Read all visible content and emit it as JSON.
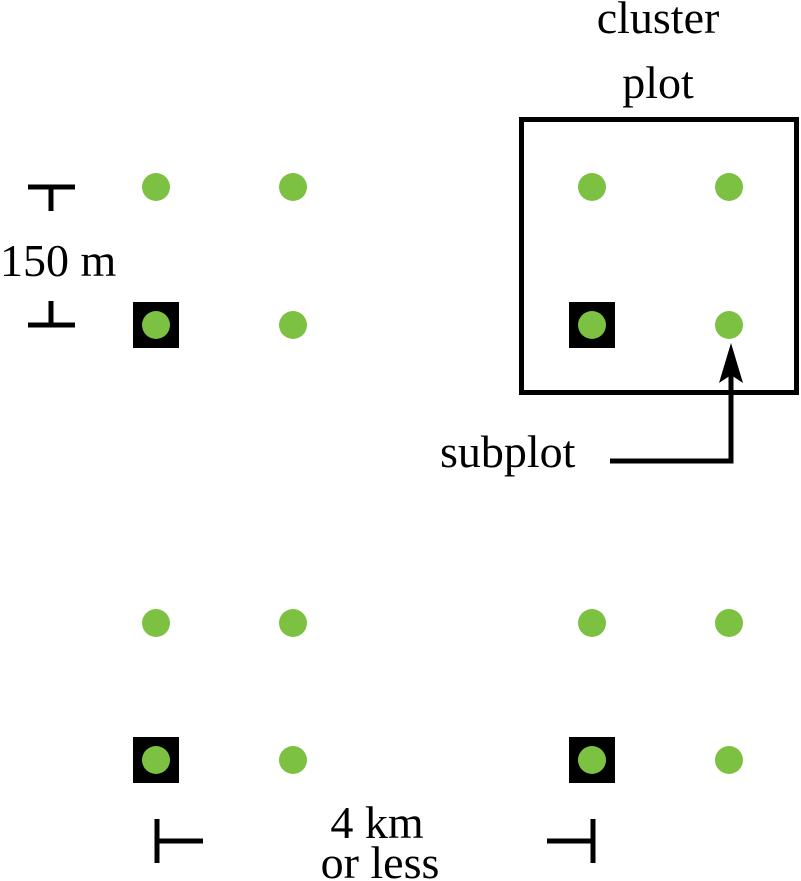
{
  "labels": {
    "cluster_plot_line1": "cluster",
    "cluster_plot_line2": "plot",
    "subplot": "subplot",
    "spacing_150m": "150 m",
    "distance_line1": "4 km",
    "distance_line2": "or less"
  },
  "colors": {
    "subplot_dot": "#7dc142",
    "marker": "#000000"
  },
  "layout_description": {
    "clusters": 4,
    "subplots_per_cluster": 4
  }
}
